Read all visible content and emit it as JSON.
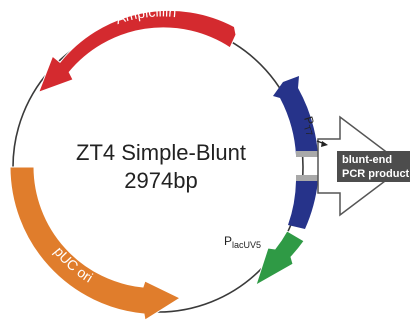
{
  "plasmid": {
    "name": "ZT4 Simple-Blunt",
    "size": "2974bp"
  },
  "features": {
    "ampicillin": {
      "label": "Ampicillin",
      "color": "#d42a2f"
    },
    "puc_ori": {
      "label": "pUC ori",
      "color": "#e07d2c"
    },
    "t7_promoter": {
      "label_main": "P",
      "label_sub": "T7",
      "color": "#26338a"
    },
    "lacuv5_promoter": {
      "label_main": "P",
      "label_sub": "lacUV5",
      "color": "#2f9a45"
    },
    "insert": {
      "line1": "blunt-end",
      "line2": "PCR product",
      "color": "#4d4d4d"
    }
  },
  "colors": {
    "backbone": "#3a3a3a",
    "insert_site": "#a9a9a9"
  }
}
